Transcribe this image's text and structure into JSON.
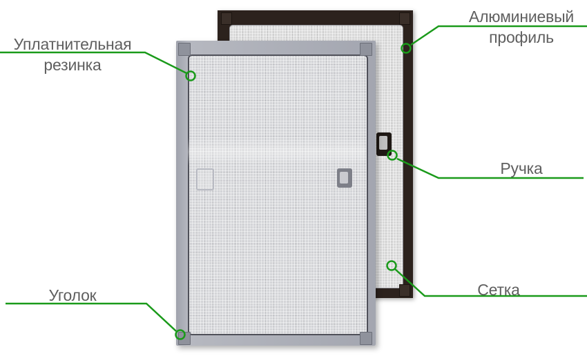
{
  "diagram": {
    "subject": "window-insect-screen",
    "accent_color": "#1a9a1a",
    "text_color": "#5f5f5f",
    "labels": [
      {
        "id": "seal",
        "line1": "Уплатнительная",
        "line2": "резинка"
      },
      {
        "id": "profile",
        "line1": "Алюминиевый",
        "line2": "профиль"
      },
      {
        "id": "handle",
        "line1": "Ручка"
      },
      {
        "id": "mesh",
        "line1": "Сетка"
      },
      {
        "id": "corner",
        "line1": "Уголок"
      }
    ]
  }
}
